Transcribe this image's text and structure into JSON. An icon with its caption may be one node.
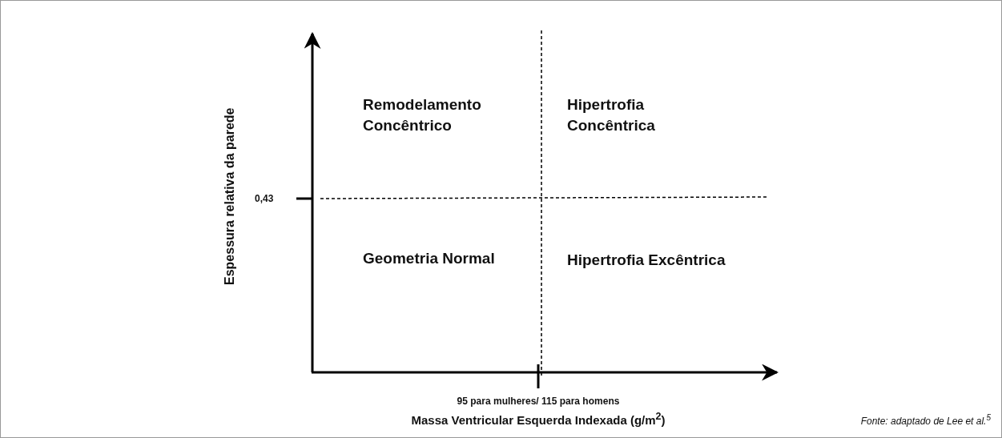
{
  "diagram": {
    "caption": "Fonte: adaptado de Lee et al.$^{5}$",
    "labels": [
      "Espessura relativa da parede",
      "Remodelamento Concêntrico",
      "Hipertrofia Concêntrica",
      "0,43",
      "Geometria Normal",
      "Hipertrofia Excêntrica",
      "95 para mulheres/ 115 para homens",
      "Massa Ventricular Esquerda Indexada (g/m$^{2}$)"
    ]
  }
}
